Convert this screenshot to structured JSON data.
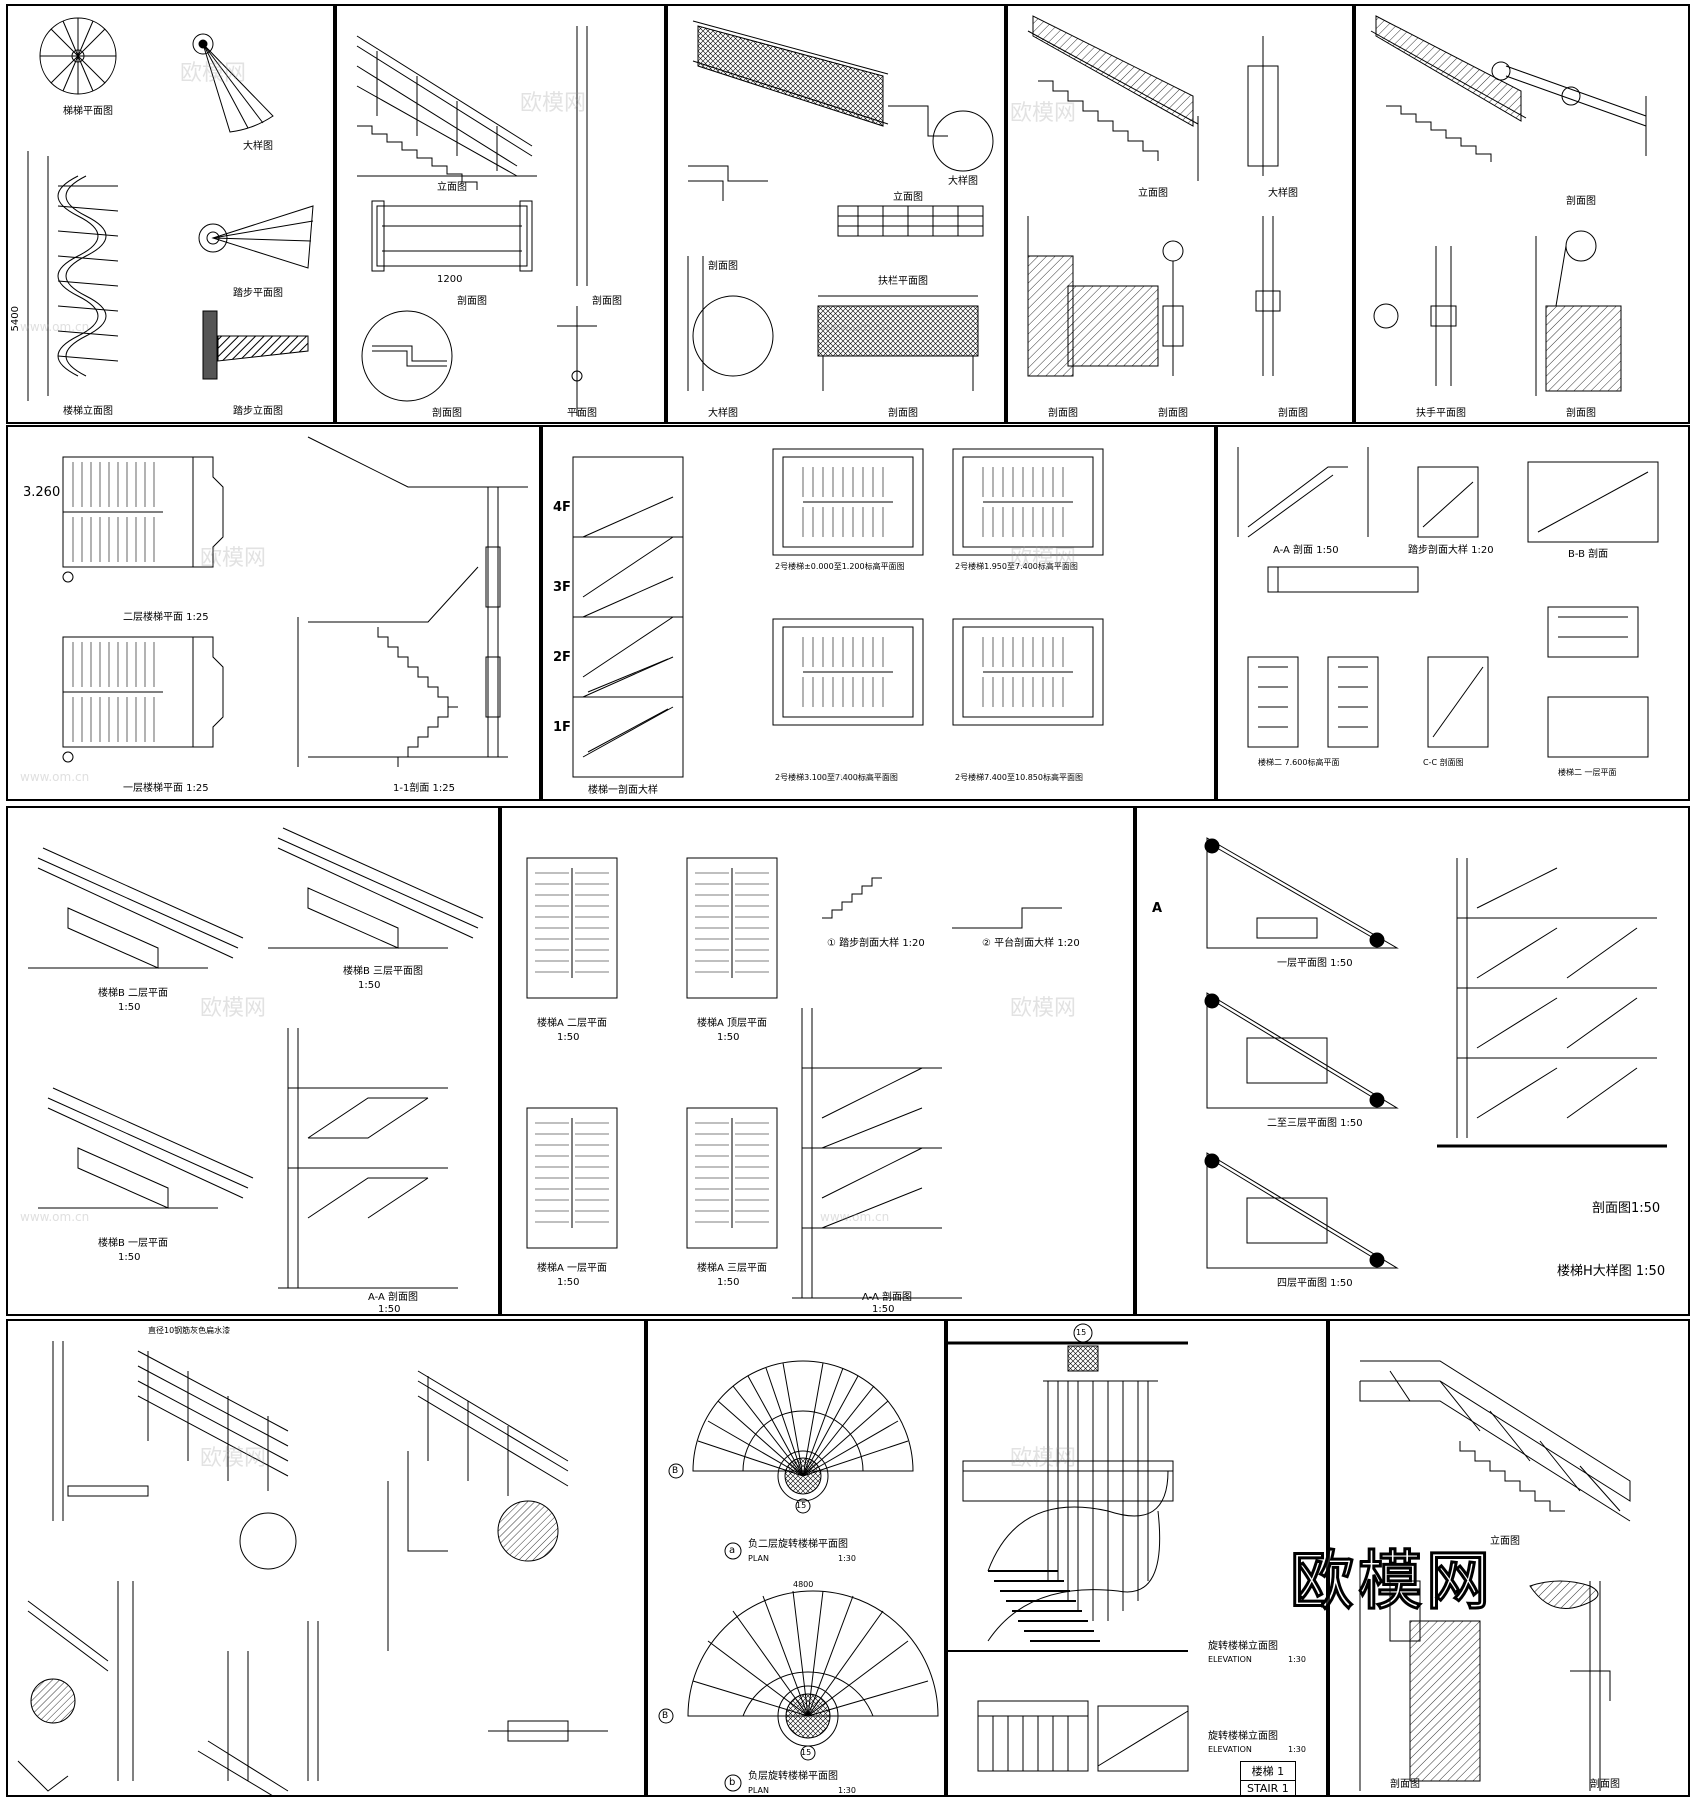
{
  "watermark": {
    "big": "欧模网",
    "small": "欧模网",
    "url": "www.om.cn"
  },
  "sheets": {
    "spiral": {
      "plan_title": "梯梯平面图",
      "detail_title": "大样图",
      "step_plan_title": "踏步平面图",
      "elev_title": "楼梯立面图",
      "step_elev_title": "踏步立面图",
      "height": "5400"
    },
    "rail1": {
      "elev_title": "立面图",
      "section_a": "剖面图",
      "section_b": "剖面图",
      "plan": "平面图",
      "dim": "1200"
    },
    "rail2": {
      "elev_title": "立面图",
      "detail_title": "大样图",
      "section_a": "剖面图",
      "plan_title": "扶栏平面图",
      "detail_b": "大样图",
      "section_b": "剖面图"
    },
    "rail3": {
      "elev_title": "立面图",
      "detail_title": "大样图",
      "section_a": "剖面图",
      "section_b": "剖面图",
      "section_c": "剖面图"
    },
    "rail4": {
      "section_a": "剖面图",
      "elev_title": "扶手平面图",
      "section_b": "剖面图"
    },
    "stairA": {
      "level": "3.260",
      "plan2": "二层楼梯平面 1:25",
      "plan1": "一层楼梯平面 1:25",
      "section": "1-1剖面 1:25"
    },
    "stairB": {
      "section": "楼梯一剖面大样",
      "floors": [
        "4F",
        "3F",
        "2F",
        "1F"
      ],
      "plan_a": "2号楼梯±0.000至1.200标高平面图",
      "plan_b": "2号楼梯1.950至7.400标高平面图",
      "plan_c": "2号楼梯3.100至7.400标高平面图",
      "plan_d": "2号楼梯7.400至10.850标高平面图"
    },
    "stairC": {
      "section_a": "A-A 剖面 1:50",
      "detail": "踏步剖面大样 1:20",
      "section_b": "B-B 剖面",
      "plan_a": "楼梯二 7.600标高平面",
      "section_c": "C-C 剖面图",
      "plan_b": "楼梯二 一层平面"
    },
    "stairD": {
      "plan_a": "楼梯B 二层平面",
      "plan_b": "楼梯B 三层平面图",
      "plan_c": "楼梯B 一层平面",
      "section": "A-A 剖面图",
      "scale": "1:50"
    },
    "stairE": {
      "plan_a": "楼梯A 二层平面",
      "plan_b": "楼梯A 顶层平面",
      "detail_1": "① 踏步剖面大样 1:20",
      "detail_2": "② 平台剖面大样 1:20",
      "plan_c": "楼梯A 一层平面",
      "plan_d": "楼梯A 三层平面",
      "section": "A-A 剖面图",
      "scale": "1:50"
    },
    "stairF": {
      "plan_a": "一层平面图 1:50",
      "plan_b": "二至三层平面图 1:50",
      "plan_c": "四层平面图 1:50",
      "section": "剖面图1:50",
      "detail": "楼梯H大样图 1:50",
      "marker": "A"
    },
    "rail5": {
      "note": "直径10钢筋灰色扁水漆"
    },
    "spiral2": {
      "plan_a_mark": "a",
      "plan_a": "负二层旋转楼梯平面图",
      "plan_a_en": "PLAN",
      "plan_b_mark": "b",
      "plan_b": "负层旋转楼梯平面图",
      "plan_b_en": "PLAN",
      "scale": "1:30",
      "axis_b": "B",
      "axis_15": "15",
      "dim": "4800"
    },
    "spiral3": {
      "elev": "旋转楼梯立面图",
      "elev_en": "ELEVATION",
      "scale": "1:30",
      "stair_cn": "楼梯 1",
      "stair_en": "STAIR 1",
      "axis": "15"
    },
    "rail6": {
      "elev_title": "立面图",
      "section_a": "剖面图",
      "section_b": "剖面图"
    }
  }
}
